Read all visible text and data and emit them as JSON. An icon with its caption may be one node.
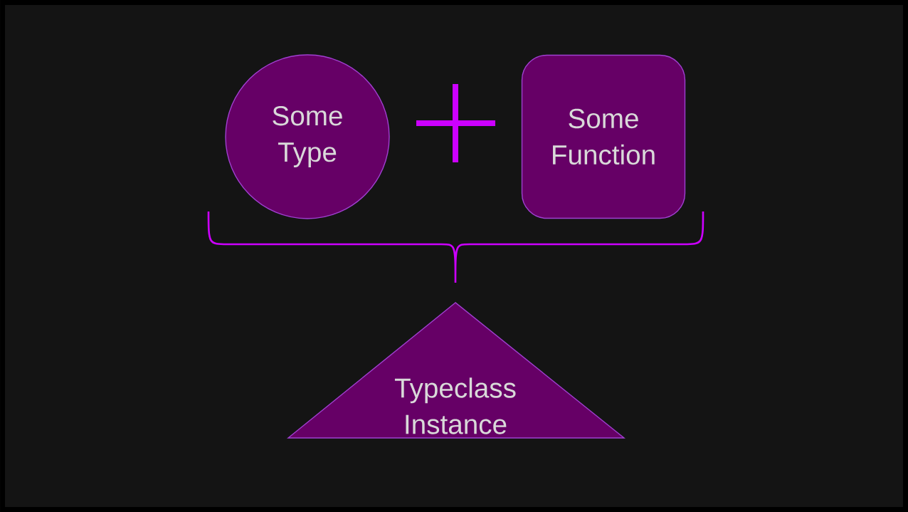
{
  "diagram": {
    "nodes": [
      {
        "text": [
          "Some Type"
        ]
      },
      {
        "text": [
          "Some Function"
        ]
      },
      {
        "text": [
          "Typeclass Instance"
        ]
      }
    ]
  }
}
